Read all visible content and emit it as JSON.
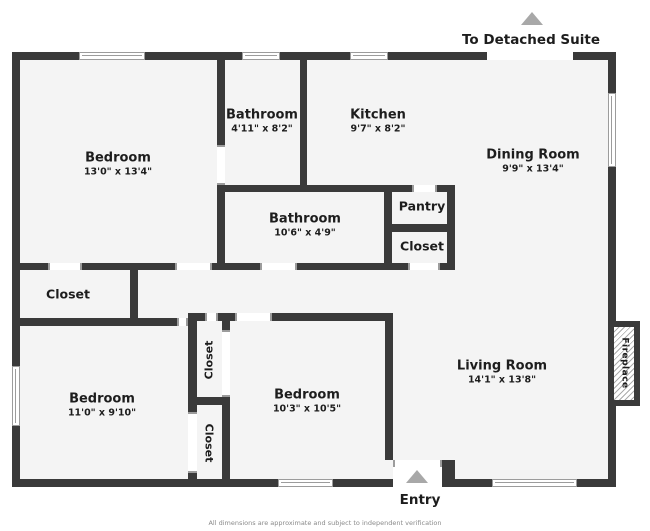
{
  "annotations": {
    "to_detached_suite": "To Detached Suite",
    "entry": "Entry",
    "disclaimer": "All dimensions are approximate and subject to independent verification"
  },
  "rooms": {
    "bedroom1": {
      "name": "Bedroom",
      "dims": "13'0\" x 13'4\""
    },
    "bathroom1": {
      "name": "Bathroom",
      "dims": "4'11\" x 8'2\""
    },
    "kitchen": {
      "name": "Kitchen",
      "dims": "9'7\" x 8'2\""
    },
    "dining": {
      "name": "Dining Room",
      "dims": "9'9\" x 13'4\""
    },
    "bathroom2": {
      "name": "Bathroom",
      "dims": "10'6\" x 4'9\""
    },
    "pantry": {
      "name": "Pantry"
    },
    "closet_dining": {
      "name": "Closet"
    },
    "closet_left": {
      "name": "Closet"
    },
    "closet_upper": {
      "name": "Closet"
    },
    "closet_lower": {
      "name": "Closet"
    },
    "bedroom2": {
      "name": "Bedroom",
      "dims": "11'0\" x 9'10\""
    },
    "bedroom3": {
      "name": "Bedroom",
      "dims": "10'3\" x 10'5\""
    },
    "living": {
      "name": "Living Room",
      "dims": "14'1\" x 13'8\""
    },
    "fireplace": {
      "name": "Fireplace"
    }
  },
  "colors": {
    "wall": "#3a3a3a",
    "floor": "#f4f4f4",
    "triangle": "#a8a8a8",
    "text": "#1d1d1d"
  }
}
